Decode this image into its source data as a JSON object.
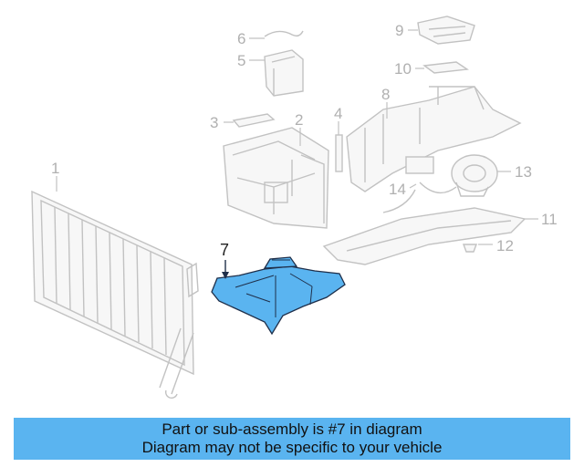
{
  "callouts": {
    "c1": "1",
    "c2": "2",
    "c3": "3",
    "c4": "4",
    "c5": "5",
    "c6": "6",
    "c7": "7",
    "c8": "8",
    "c9": "9",
    "c10": "10",
    "c11": "11",
    "c12": "12",
    "c13": "13",
    "c14": "14"
  },
  "highlighted_part": "7",
  "colors": {
    "highlight": "#5ab4f0",
    "outline": "#c2c2c2",
    "banner": "#5ab4f0"
  },
  "banner": {
    "line1": "Part or sub-assembly is #7 in diagram",
    "line2": "Diagram may not be specific to your vehicle"
  }
}
